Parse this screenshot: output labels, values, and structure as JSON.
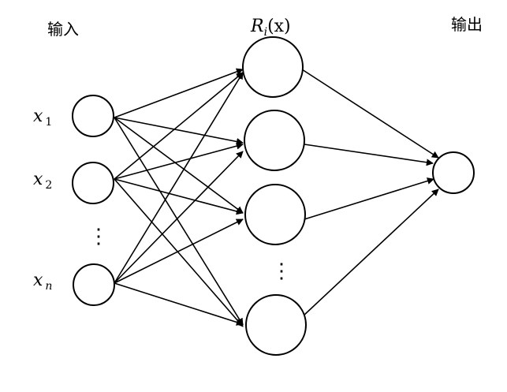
{
  "labels": {
    "input_heading": "输入",
    "hidden_heading_main": "R",
    "hidden_heading_sub": "i",
    "hidden_heading_arg": "(x)",
    "output_heading": "输出",
    "ellipsis": "⋮"
  },
  "inputs": [
    {
      "var": "x",
      "sub": "1"
    },
    {
      "var": "x",
      "sub": "2"
    },
    {
      "var": "x",
      "sub": "n"
    }
  ],
  "layers": {
    "input_count": 3,
    "hidden_count": 4,
    "output_count": 1
  }
}
